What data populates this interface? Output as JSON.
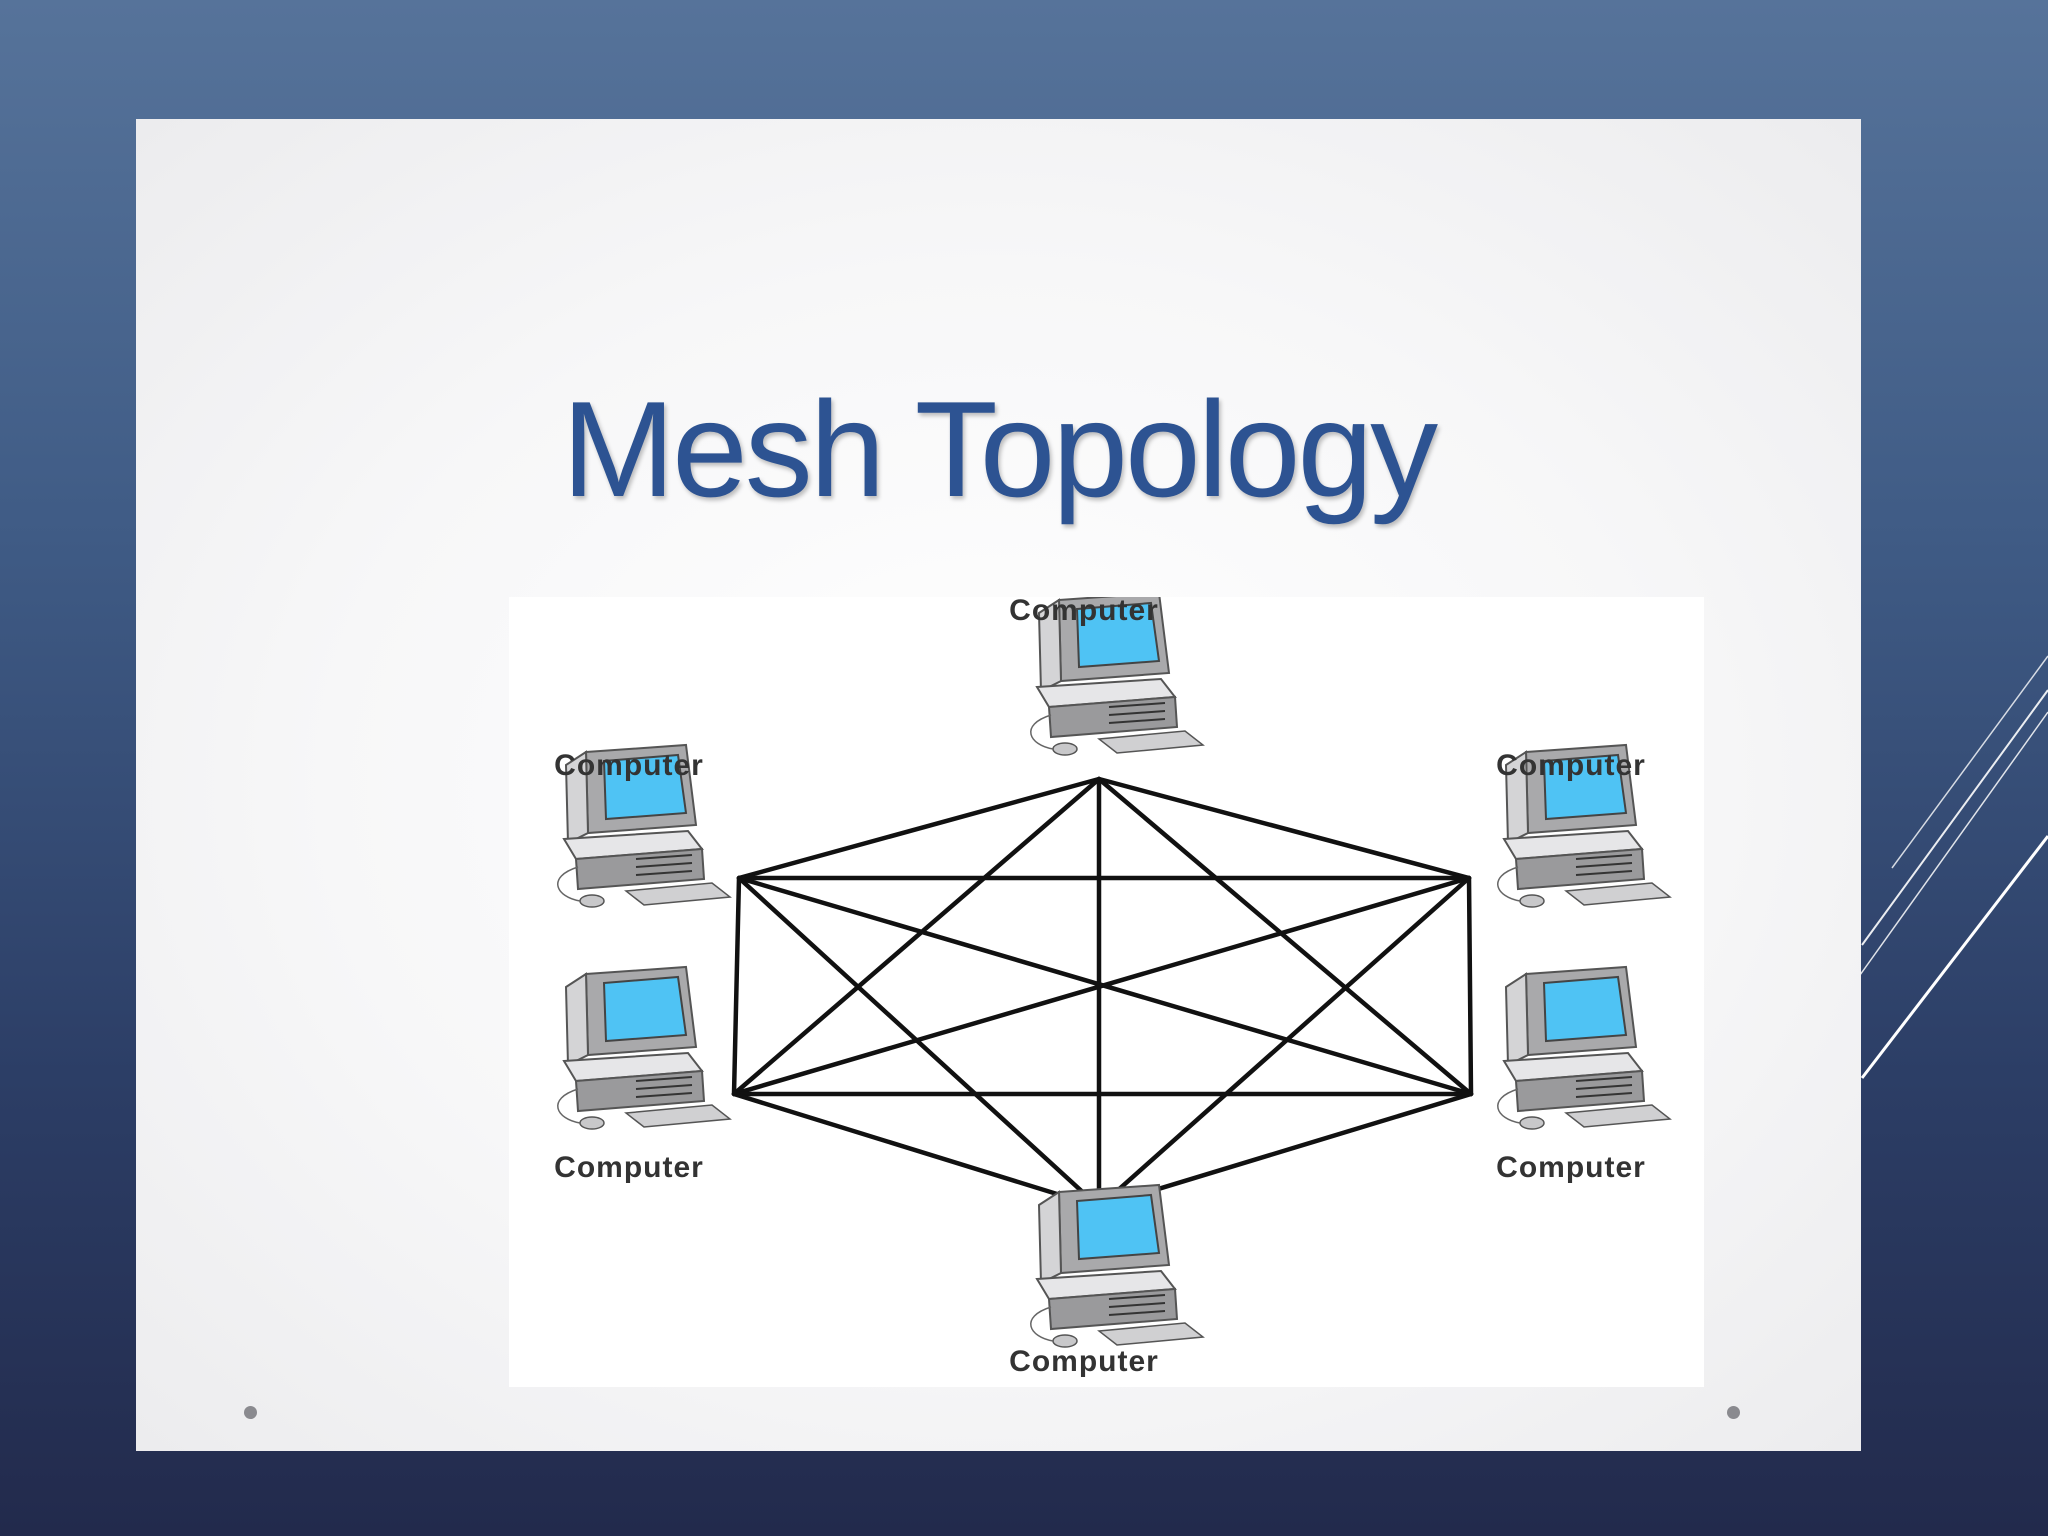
{
  "slide": {
    "title": "Mesh Topology"
  },
  "diagram": {
    "node_label": "Computer",
    "nodes": [
      {
        "id": "top",
        "label": "Computer"
      },
      {
        "id": "upper-right",
        "label": "Computer"
      },
      {
        "id": "lower-right",
        "label": "Computer"
      },
      {
        "id": "bottom",
        "label": "Computer"
      },
      {
        "id": "lower-left",
        "label": "Computer"
      },
      {
        "id": "upper-left",
        "label": "Computer"
      }
    ],
    "connections": "full-mesh",
    "icon": "desktop-computer-icon",
    "colors": {
      "title": "#2d5392",
      "screen": "#4fc3f4",
      "link": "#111111",
      "background_top": "#56739a",
      "background_bottom": "#222a4c"
    }
  }
}
